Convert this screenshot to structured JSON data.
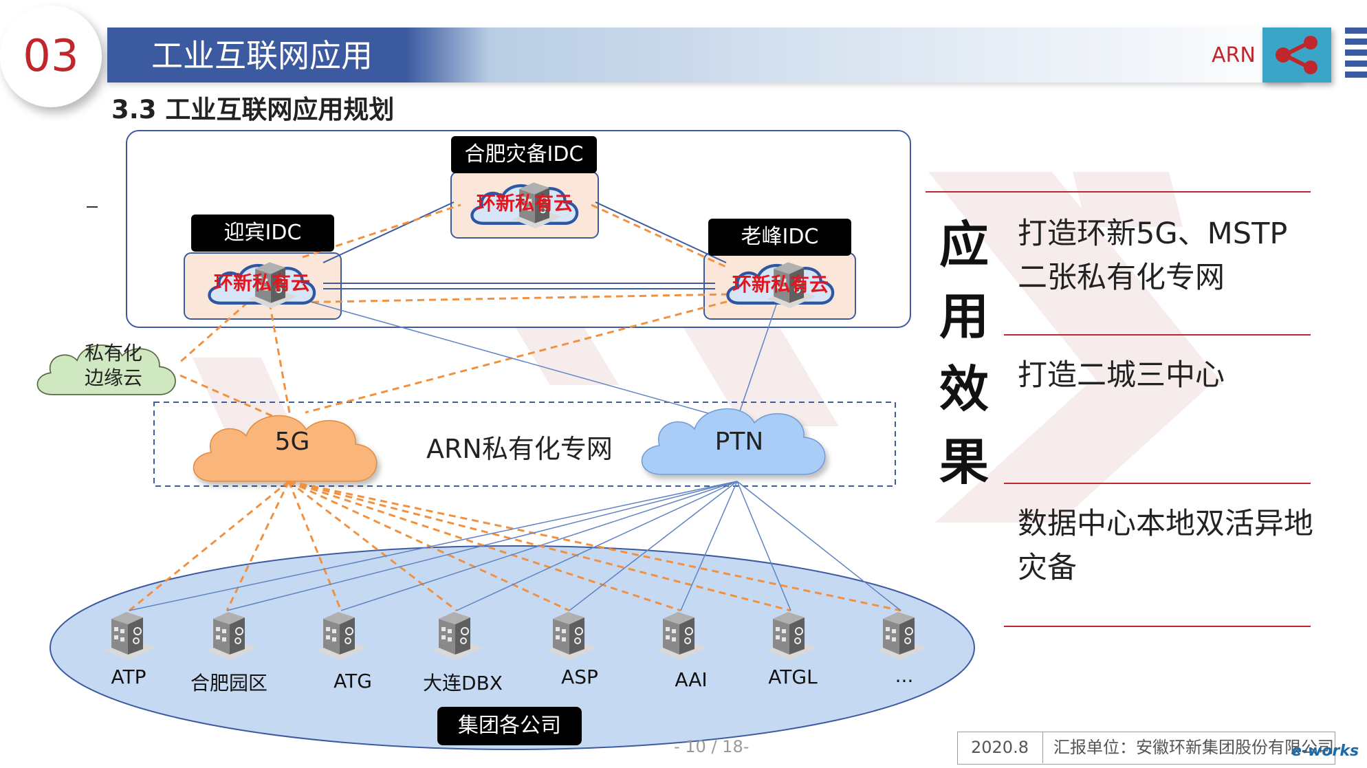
{
  "header": {
    "section_number": "03",
    "title": "工业互联网应用",
    "brand": "ARN",
    "share_icon": "share-icon",
    "subtitle": "3.3 工业互联网应用规划"
  },
  "colors": {
    "accent_red": "#c0272d",
    "header_blue": "#3c5aa0",
    "share_teal": "#3aa5c6",
    "cloud_5g": "#f9b57a",
    "cloud_ptn": "#a9cdf6",
    "edge_cloud": "#cfe8c2",
    "campus_fill": "#c6d9f2"
  },
  "diagram": {
    "idcs": [
      {
        "name": "合肥灾备IDC",
        "cloud_label": "环新私有云"
      },
      {
        "name": "迎宾IDC",
        "cloud_label": "环新私有云"
      },
      {
        "name": "老峰IDC",
        "cloud_label": "环新私有云"
      }
    ],
    "edge_cloud": {
      "line1": "私有化",
      "line2": "边缘云"
    },
    "network": {
      "cloud_5g": "5G",
      "cloud_ptn": "PTN",
      "label": "ARN私有化专网"
    },
    "sites": [
      "ATP",
      "合肥园区",
      "ATG",
      "大连DBX",
      "ASP",
      "AAI",
      "ATGL",
      "..."
    ],
    "group_label": "集团各公司"
  },
  "effects": {
    "heading_chars": [
      "应",
      "用",
      "效",
      "果"
    ],
    "items": [
      {
        "line1": "打造环新5G、MSTP",
        "line2": "二张私有化专网"
      },
      {
        "line1": "打造二城三中心",
        "line2": ""
      },
      {
        "line1": "数据中心本地双活异地",
        "line2": "灾备"
      }
    ]
  },
  "footer": {
    "page": "- 10 / 18-",
    "date": "2020.8",
    "org": "汇报单位：安徽环新集团股份有限公司",
    "watermark": "e-works"
  }
}
